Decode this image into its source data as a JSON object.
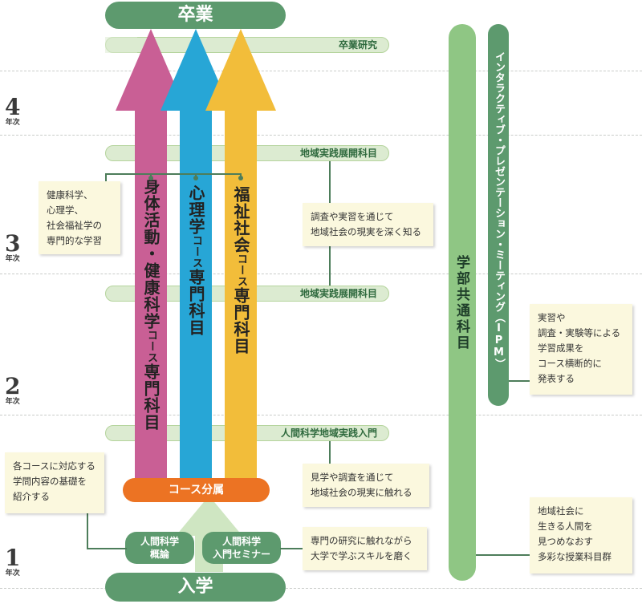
{
  "years": [
    {
      "num": "4",
      "label": "年次"
    },
    {
      "num": "3",
      "label": "年次"
    },
    {
      "num": "2",
      "label": "年次"
    },
    {
      "num": "1",
      "label": "年次"
    }
  ],
  "graduation": "卒業",
  "admission": "入学",
  "bars": {
    "research": "卒業研究",
    "regional_dev_upper": "地域実践展開科目",
    "regional_dev_lower": "地域実践展開科目",
    "intro_practice": "人間科学地域実践入門"
  },
  "course_assignment": "コース分属",
  "arrows": {
    "body": {
      "main1": "身体活動・健康科学",
      "small": "コース",
      "main2": "専門科目",
      "color": "#c95f95"
    },
    "psych": {
      "main1": "心理学",
      "small": "コース",
      "main2": "専門科目",
      "color": "#27a6d6"
    },
    "welfare": {
      "main1": "福祉社会",
      "small": "コース",
      "main2": "専門科目",
      "color": "#f2bd3a"
    },
    "entry": {
      "color": "#cfe6c2"
    }
  },
  "small_pills": {
    "overview": [
      "人間科学",
      "概論"
    ],
    "seminar": [
      "人間科学",
      "入門セミナー"
    ]
  },
  "columns": {
    "common": "学部共通科目",
    "ipm": "インタラクティブ・プレゼンテーション・ミーティング（IPM）"
  },
  "notes": {
    "health": [
      "健康科学、",
      "心理学、",
      "社会福祉学の",
      "専門的な学習"
    ],
    "regional": [
      "調査や実習を通じて",
      "地域社会の現実を深く知る"
    ],
    "basics": [
      "各コースに対応する",
      "学問内容の基礎を",
      "紹介する"
    ],
    "intro": [
      "見学や調査を通じて",
      "地域社会の現実に触れる"
    ],
    "skills": [
      "専門の研究に触れながら",
      "大学で学ぶスキルを磨く"
    ],
    "ipm": [
      "実習や",
      "調査・実験等による",
      "学習成果を",
      "コース横断的に",
      "発表する"
    ],
    "common": [
      "地域社会に",
      "生きる人間を",
      "見つめなおす",
      "多彩な授業科目群"
    ]
  }
}
